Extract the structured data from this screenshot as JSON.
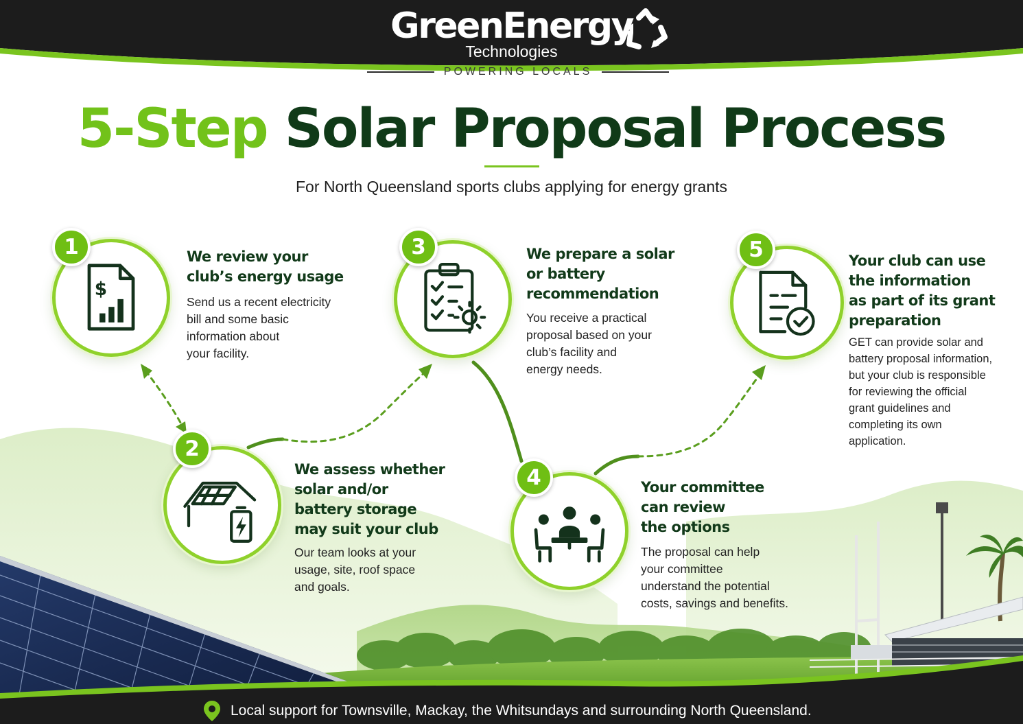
{
  "brand": {
    "name": "GreenEnergy",
    "sub": "Technologies",
    "tagline": "POWERING LOCALS",
    "logo_icon": "recycle-icon"
  },
  "title": {
    "accent": "5-Step",
    "rest": "Solar Proposal Process"
  },
  "subtitle": "For North Queensland sports clubs applying for energy grants",
  "steps": [
    {
      "number": "1",
      "icon": "document-dollar-chart-icon",
      "title_lines": [
        "We review your",
        "club’s energy usage"
      ],
      "body_lines": [
        "Send us a recent electricity",
        "bill and some basic",
        "information about",
        "your facility."
      ]
    },
    {
      "number": "2",
      "icon": "solar-roof-battery-icon",
      "title_lines": [
        "We assess whether",
        "solar and/or",
        "battery storage",
        "may suit your club"
      ],
      "body_lines": [
        "Our team looks at your",
        "usage, site, roof space",
        "and goals."
      ]
    },
    {
      "number": "3",
      "icon": "clipboard-checklist-sun-icon",
      "title_lines": [
        "We prepare a solar",
        "or battery",
        "recommendation"
      ],
      "body_lines": [
        "You receive a practical",
        "proposal based on your",
        "club’s facility and",
        "energy needs."
      ]
    },
    {
      "number": "4",
      "icon": "committee-meeting-icon",
      "title_lines": [
        "Your committee",
        "can review",
        "the options"
      ],
      "body_lines": [
        "The proposal can help",
        "your committee",
        "understand the potential",
        "costs, savings and benefits."
      ]
    },
    {
      "number": "5",
      "icon": "document-check-icon",
      "title_lines": [
        "Your club can use",
        "the information",
        "as part of its grant",
        "preparation"
      ],
      "body_lines": [
        "GET can provide solar and",
        "battery proposal information,",
        "but your club is responsible",
        "for reviewing the official",
        "grant guidelines and",
        "completing its own",
        "application."
      ]
    }
  ],
  "footer": {
    "icon": "location-pin-icon",
    "text": "Local support for Townsville, Mackay, the Whitsundays and surrounding North Queensland."
  },
  "colors": {
    "accent_green": "#72c21a",
    "dark_green": "#103a18",
    "band_black": "#1c1c1c"
  }
}
